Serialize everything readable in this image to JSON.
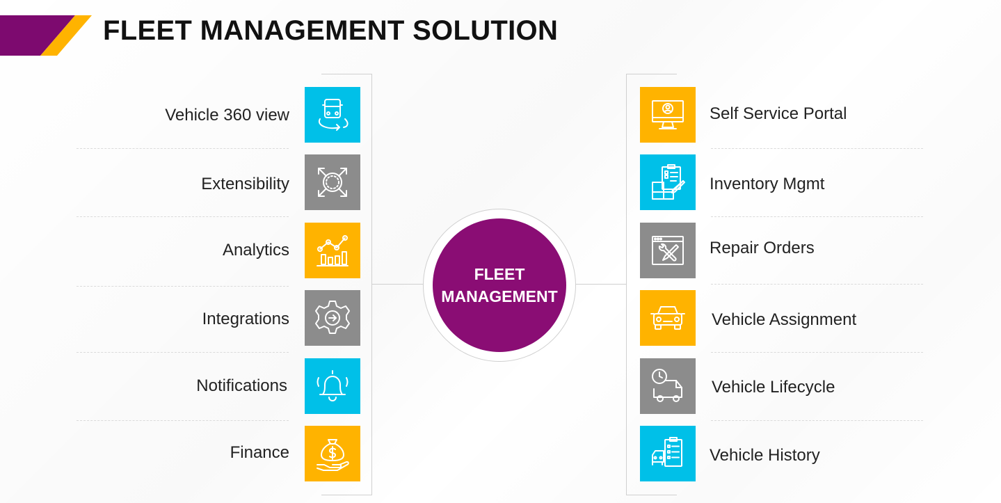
{
  "header": {
    "title": "FLEET MANAGEMENT SOLUTION"
  },
  "center": {
    "line1": "FLEET",
    "line2": "MANAGEMENT",
    "color": "#8a0d74"
  },
  "colors": {
    "cyan": "#00c0e8",
    "gray": "#8c8c8c",
    "amber": "#ffb300",
    "purple": "#7d0a6f"
  },
  "left_items": [
    {
      "label": "Vehicle 360 view",
      "icon": "vehicle-360-icon",
      "color": "cyan"
    },
    {
      "label": "Extensibility",
      "icon": "expand-arrows-icon",
      "color": "gray"
    },
    {
      "label": "Analytics",
      "icon": "analytics-chart-icon",
      "color": "amber"
    },
    {
      "label": "Integrations",
      "icon": "gear-arrow-icon",
      "color": "gray"
    },
    {
      "label": "Notifications",
      "icon": "bell-icon",
      "color": "cyan"
    },
    {
      "label": "Finance",
      "icon": "money-bag-hand-icon",
      "color": "amber"
    }
  ],
  "right_items": [
    {
      "label": "Self Service Portal",
      "icon": "monitor-user-icon",
      "color": "amber"
    },
    {
      "label": "Inventory Mgmt",
      "icon": "inventory-clipboard-icon",
      "color": "cyan"
    },
    {
      "label": "Repair Orders",
      "icon": "wrench-screwdriver-icon",
      "color": "gray"
    },
    {
      "label": "Vehicle Assignment",
      "icon": "car-front-icon",
      "color": "amber"
    },
    {
      "label": "Vehicle Lifecycle",
      "icon": "truck-clock-icon",
      "color": "gray"
    },
    {
      "label": "Vehicle History",
      "icon": "vehicle-checklist-icon",
      "color": "cyan"
    }
  ]
}
